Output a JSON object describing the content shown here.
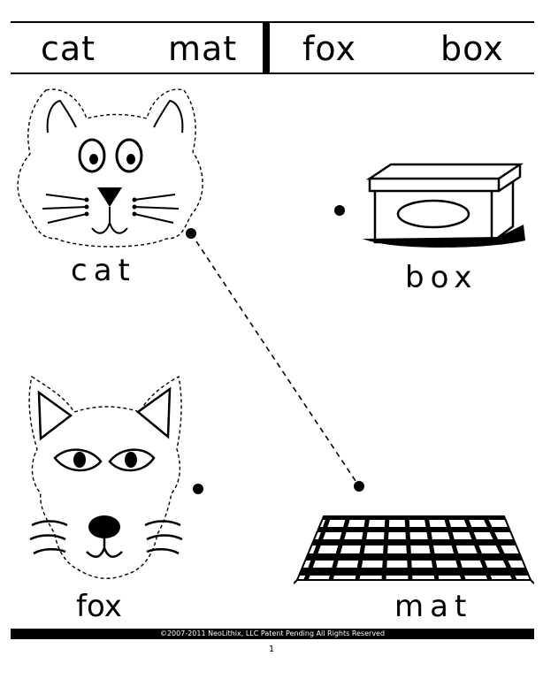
{
  "header": {
    "words": [
      "cat",
      "mat",
      "fox",
      "box"
    ]
  },
  "labels": {
    "cat": "cat",
    "box": "box",
    "fox": "fox",
    "mat": "mat"
  },
  "pictures": {
    "cat": "cat-face-icon",
    "box": "box-icon",
    "fox": "fox-face-icon",
    "mat": "mat-icon"
  },
  "footer": {
    "copyright": "©2007-2011  NeoLithix, LLC  Patent Pending  All Rights Reserved",
    "page_number": "1"
  },
  "colors": {
    "ink": "#000000",
    "paper": "#ffffff"
  }
}
